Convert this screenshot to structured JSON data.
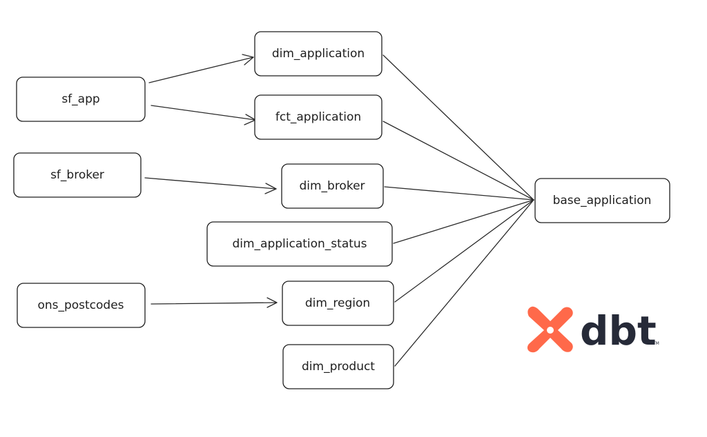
{
  "nodes": {
    "sf_app": "sf_app",
    "sf_broker": "sf_broker",
    "ons_postcodes": "ons_postcodes",
    "dim_application": "dim_application",
    "fct_application": "fct_application",
    "dim_broker": "dim_broker",
    "dim_application_status": "dim_application_status",
    "dim_region": "dim_region",
    "dim_product": "dim_product",
    "base_application": "base_application"
  },
  "edges": [
    {
      "from": "sf_app",
      "to": "dim_application",
      "arrow": true
    },
    {
      "from": "sf_app",
      "to": "fct_application",
      "arrow": true
    },
    {
      "from": "sf_broker",
      "to": "dim_broker",
      "arrow": true
    },
    {
      "from": "ons_postcodes",
      "to": "dim_region",
      "arrow": true
    },
    {
      "from": "dim_application",
      "to": "base_application",
      "arrow": false
    },
    {
      "from": "fct_application",
      "to": "base_application",
      "arrow": false
    },
    {
      "from": "dim_broker",
      "to": "base_application",
      "arrow": false
    },
    {
      "from": "dim_application_status",
      "to": "base_application",
      "arrow": false
    },
    {
      "from": "dim_region",
      "to": "base_application",
      "arrow": false
    },
    {
      "from": "dim_product",
      "to": "base_application",
      "arrow": false
    }
  ],
  "logo": {
    "text": "dbt",
    "trademark": "TM",
    "brand_color": "#ff694a",
    "text_color": "#262a38",
    "icon": "dbt-logo-icon"
  }
}
